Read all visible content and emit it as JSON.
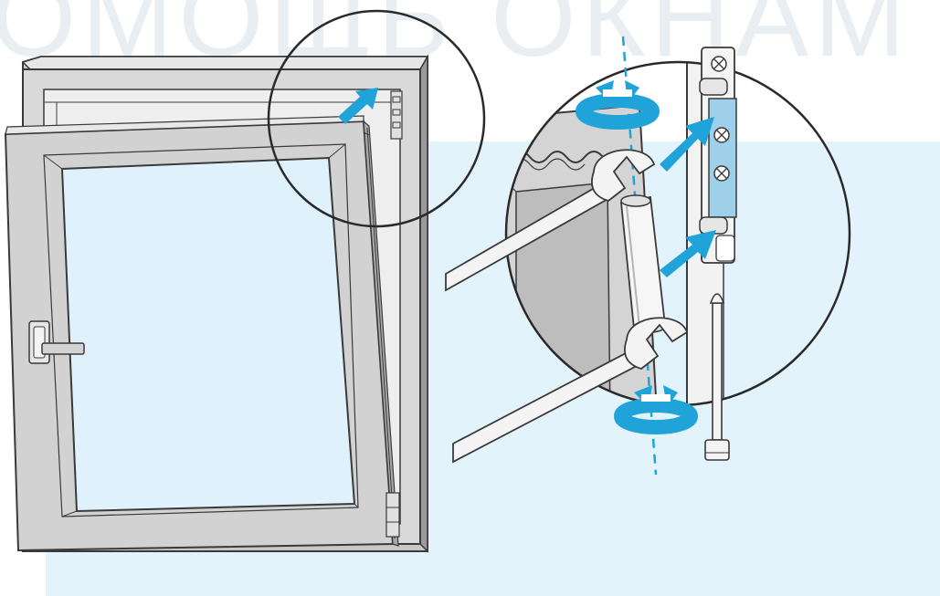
{
  "watermark": {
    "text": "ОМОЩЬ ОКНАМ"
  },
  "colors": {
    "panel_background": "#e3f3fb",
    "frame_fill": "#d9d9d9",
    "frame_stroke": "#3a3a3a",
    "glass_fill": "#dff2fb",
    "arrow_blue": "#1fa3d8",
    "hinge_blue": "#9fd0ea"
  },
  "illustration": {
    "icons": [
      "window-frame",
      "window-sash",
      "window-handle-icon",
      "zoom-magnifier-circle",
      "upward-arrow-icon",
      "hinge-plate-icon",
      "wrench-icon",
      "rotate-arrow-icon",
      "hinge-pin-icon"
    ]
  }
}
